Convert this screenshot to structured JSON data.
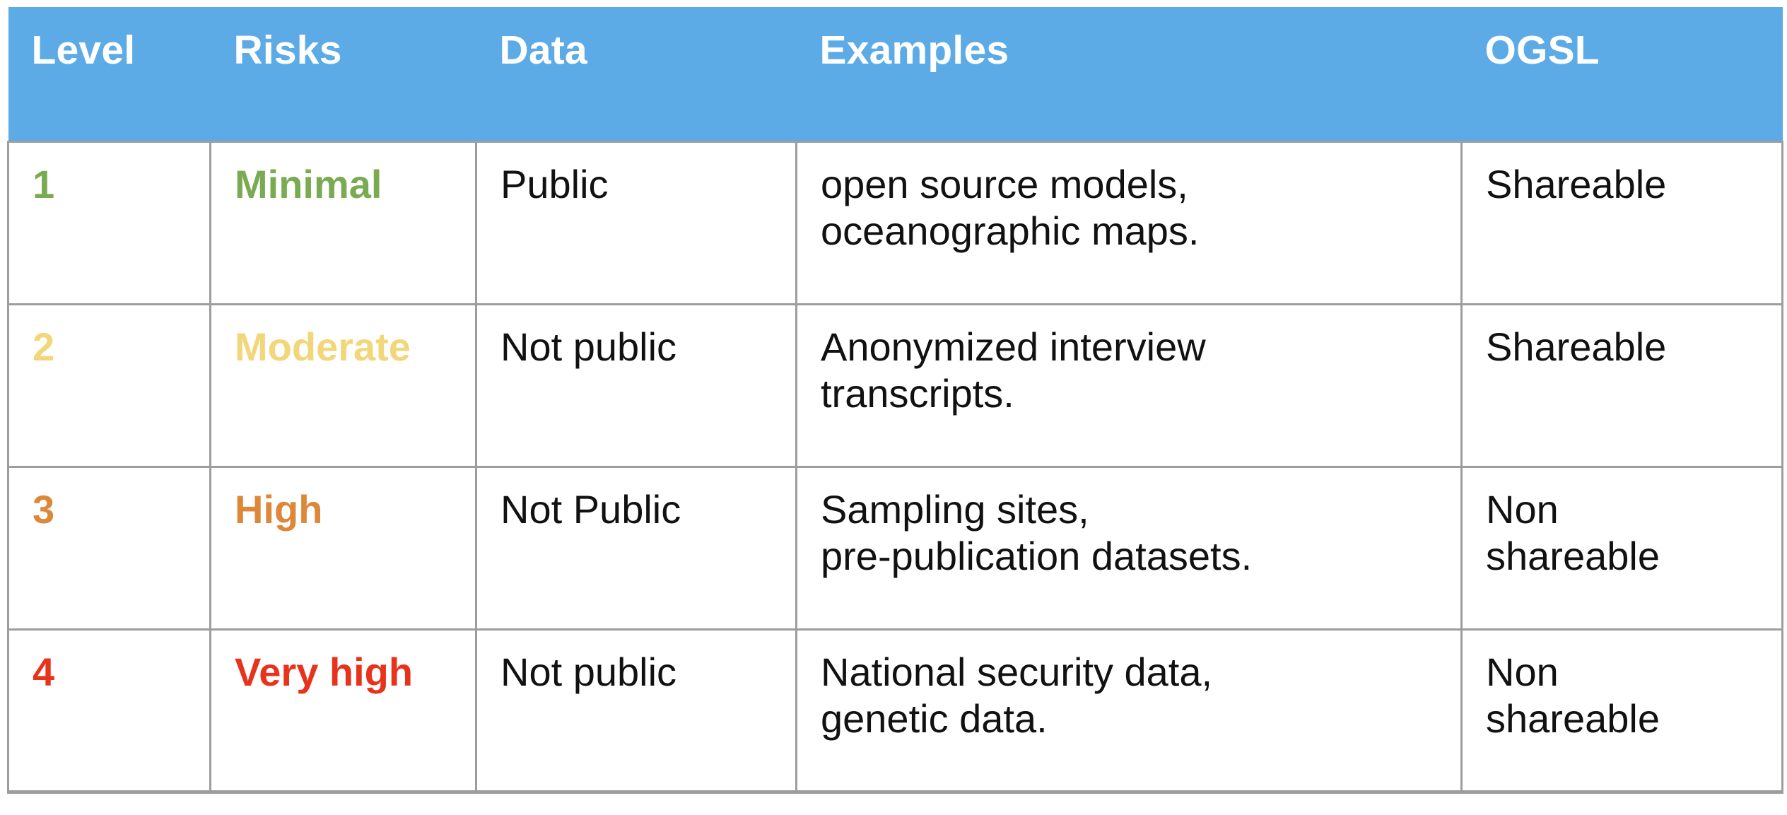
{
  "table": {
    "columns": [
      {
        "key": "level",
        "label": "Level"
      },
      {
        "key": "risks",
        "label": "Risks"
      },
      {
        "key": "data",
        "label": "Data"
      },
      {
        "key": "examples",
        "label": "Examples"
      },
      {
        "key": "ogsl",
        "label": "OGSL"
      }
    ],
    "header_background": "#5CAAE6",
    "header_text_color": "#FFFFFF",
    "border_color": "#9D9D9D",
    "rows": [
      {
        "level": "1",
        "risks": "Minimal",
        "risk_color": "#7AAB52",
        "data": "Public",
        "examples_line1": "open source models,",
        "examples_line2": "oceanographic maps.",
        "ogsl_line1": "Shareable",
        "ogsl_line2": ""
      },
      {
        "level": "2",
        "risks": "Moderate",
        "risk_color": "#F2D77A",
        "data": "Not public",
        "examples_line1": "Anonymized interview",
        "examples_line2": "transcripts.",
        "ogsl_line1": "Shareable",
        "ogsl_line2": ""
      },
      {
        "level": "3",
        "risks": "High",
        "risk_color": "#DD8739",
        "data": "Not Public",
        "examples_line1": "Sampling sites,",
        "examples_line2": "pre-publication datasets.",
        "ogsl_line1": "Non",
        "ogsl_line2": "shareable"
      },
      {
        "level": "4",
        "risks": "Very high",
        "risk_color": "#E8331C",
        "data": "Not public",
        "examples_line1": "National security data,",
        "examples_line2": "genetic data.",
        "ogsl_line1": "Non",
        "ogsl_line2": "shareable"
      }
    ]
  }
}
